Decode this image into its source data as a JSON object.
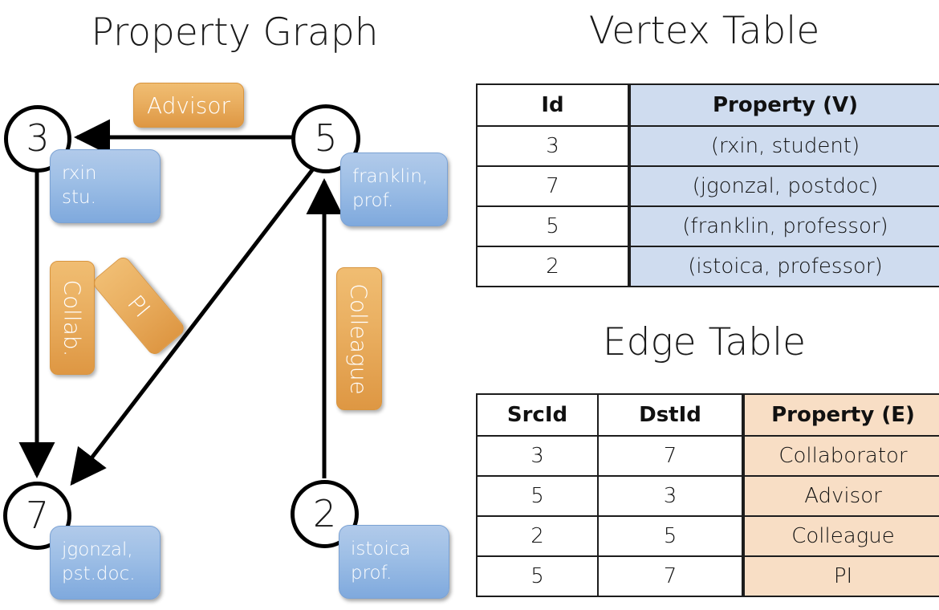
{
  "titles": {
    "property_graph": "Property Graph",
    "vertex_table": "Vertex Table",
    "edge_table": "Edge Table"
  },
  "colors": {
    "vertex_property_fill": "#cfdcef",
    "edge_property_fill": "#f8dec5",
    "node_box_fill": "#9ebfe6",
    "edge_label_fill": "#eab062",
    "stroke": "#1c1c1c"
  },
  "graph": {
    "nodes": [
      {
        "id": "3",
        "property_lines": [
          "rxin",
          "stu."
        ]
      },
      {
        "id": "5",
        "property_lines": [
          "franklin,",
          "prof."
        ]
      },
      {
        "id": "7",
        "property_lines": [
          "jgonzal,",
          "pst.doc."
        ]
      },
      {
        "id": "2",
        "property_lines": [
          "istoica",
          "prof."
        ]
      }
    ],
    "edge_labels": [
      {
        "name": "advisor",
        "text": "Advisor"
      },
      {
        "name": "collab",
        "text": "Collab."
      },
      {
        "name": "pi",
        "text": "PI"
      },
      {
        "name": "colleague",
        "text": "Colleague"
      }
    ]
  },
  "vertex_table": {
    "headers": [
      "Id",
      "Property (V)"
    ],
    "rows": [
      {
        "id": "3",
        "property": "(rxin, student)"
      },
      {
        "id": "7",
        "property": "(jgonzal, postdoc)"
      },
      {
        "id": "5",
        "property": "(franklin, professor)"
      },
      {
        "id": "2",
        "property": "(istoica, professor)"
      }
    ]
  },
  "edge_table": {
    "headers": [
      "SrcId",
      "DstId",
      "Property (E)"
    ],
    "rows": [
      {
        "src": "3",
        "dst": "7",
        "property": "Collaborator"
      },
      {
        "src": "5",
        "dst": "3",
        "property": "Advisor"
      },
      {
        "src": "2",
        "dst": "5",
        "property": "Colleague"
      },
      {
        "src": "5",
        "dst": "7",
        "property": "PI"
      }
    ]
  }
}
